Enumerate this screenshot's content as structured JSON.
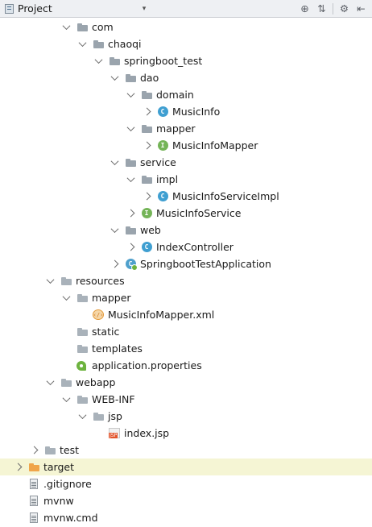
{
  "panel": {
    "title": "Project",
    "dropdown_glyph": "▾",
    "icons": [
      {
        "name": "locate-icon",
        "glyph": "⊕"
      },
      {
        "name": "collapse-all-icon",
        "glyph": "⇅"
      },
      {
        "name": "gear-icon",
        "glyph": "⚙"
      },
      {
        "name": "hide-panel-icon",
        "glyph": "⇤"
      }
    ]
  },
  "tree": [
    {
      "label": "com",
      "depth": 3,
      "arrow": "down",
      "icon": "folder-pkg"
    },
    {
      "label": "chaoqi",
      "depth": 4,
      "arrow": "down",
      "icon": "folder-pkg"
    },
    {
      "label": "springboot_test",
      "depth": 5,
      "arrow": "down",
      "icon": "folder-pkg"
    },
    {
      "label": "dao",
      "depth": 6,
      "arrow": "down",
      "icon": "folder-pkg"
    },
    {
      "label": "domain",
      "depth": 7,
      "arrow": "down",
      "icon": "folder-pkg"
    },
    {
      "label": "MusicInfo",
      "depth": 8,
      "arrow": "right",
      "icon": "class"
    },
    {
      "label": "mapper",
      "depth": 7,
      "arrow": "down",
      "icon": "folder-pkg"
    },
    {
      "label": "MusicInfoMapper",
      "depth": 8,
      "arrow": "right",
      "icon": "interface"
    },
    {
      "label": "service",
      "depth": 6,
      "arrow": "down",
      "icon": "folder-pkg"
    },
    {
      "label": "impl",
      "depth": 7,
      "arrow": "down",
      "icon": "folder-pkg"
    },
    {
      "label": "MusicInfoServiceImpl",
      "depth": 8,
      "arrow": "right",
      "icon": "class"
    },
    {
      "label": "MusicInfoService",
      "depth": 7,
      "arrow": "right",
      "icon": "interface"
    },
    {
      "label": "web",
      "depth": 6,
      "arrow": "down",
      "icon": "folder-pkg"
    },
    {
      "label": "IndexController",
      "depth": 7,
      "arrow": "right",
      "icon": "class"
    },
    {
      "label": "SpringbootTestApplication",
      "depth": 6,
      "arrow": "right",
      "icon": "spring-class"
    },
    {
      "label": "resources",
      "depth": 2,
      "arrow": "down",
      "icon": "folder-res"
    },
    {
      "label": "mapper",
      "depth": 3,
      "arrow": "down",
      "icon": "folder-plain"
    },
    {
      "label": "MusicInfoMapper.xml",
      "depth": 4,
      "arrow": "none",
      "icon": "xml"
    },
    {
      "label": "static",
      "depth": 3,
      "arrow": "none",
      "icon": "folder-plain"
    },
    {
      "label": "templates",
      "depth": 3,
      "arrow": "none",
      "icon": "folder-plain"
    },
    {
      "label": "application.properties",
      "depth": 3,
      "arrow": "none",
      "icon": "properties"
    },
    {
      "label": "webapp",
      "depth": 2,
      "arrow": "down",
      "icon": "folder-plain"
    },
    {
      "label": "WEB-INF",
      "depth": 3,
      "arrow": "down",
      "icon": "folder-plain"
    },
    {
      "label": "jsp",
      "depth": 4,
      "arrow": "down",
      "icon": "folder-plain"
    },
    {
      "label": "index.jsp",
      "depth": 5,
      "arrow": "none",
      "icon": "jsp"
    },
    {
      "label": "test",
      "depth": 1,
      "arrow": "right",
      "icon": "folder-plain"
    },
    {
      "label": "target",
      "depth": 0,
      "arrow": "right",
      "icon": "folder-orange",
      "highlight": true
    },
    {
      "label": ".gitignore",
      "depth": 0,
      "arrow": "none",
      "icon": "file"
    },
    {
      "label": "mvnw",
      "depth": 0,
      "arrow": "none",
      "icon": "file"
    },
    {
      "label": "mvnw.cmd",
      "depth": 0,
      "arrow": "none",
      "icon": "file"
    }
  ],
  "icon_badges": {
    "class": "C",
    "interface": "I",
    "spring-class": "C",
    "jsp": "JSP",
    "xml": "‹/›"
  }
}
